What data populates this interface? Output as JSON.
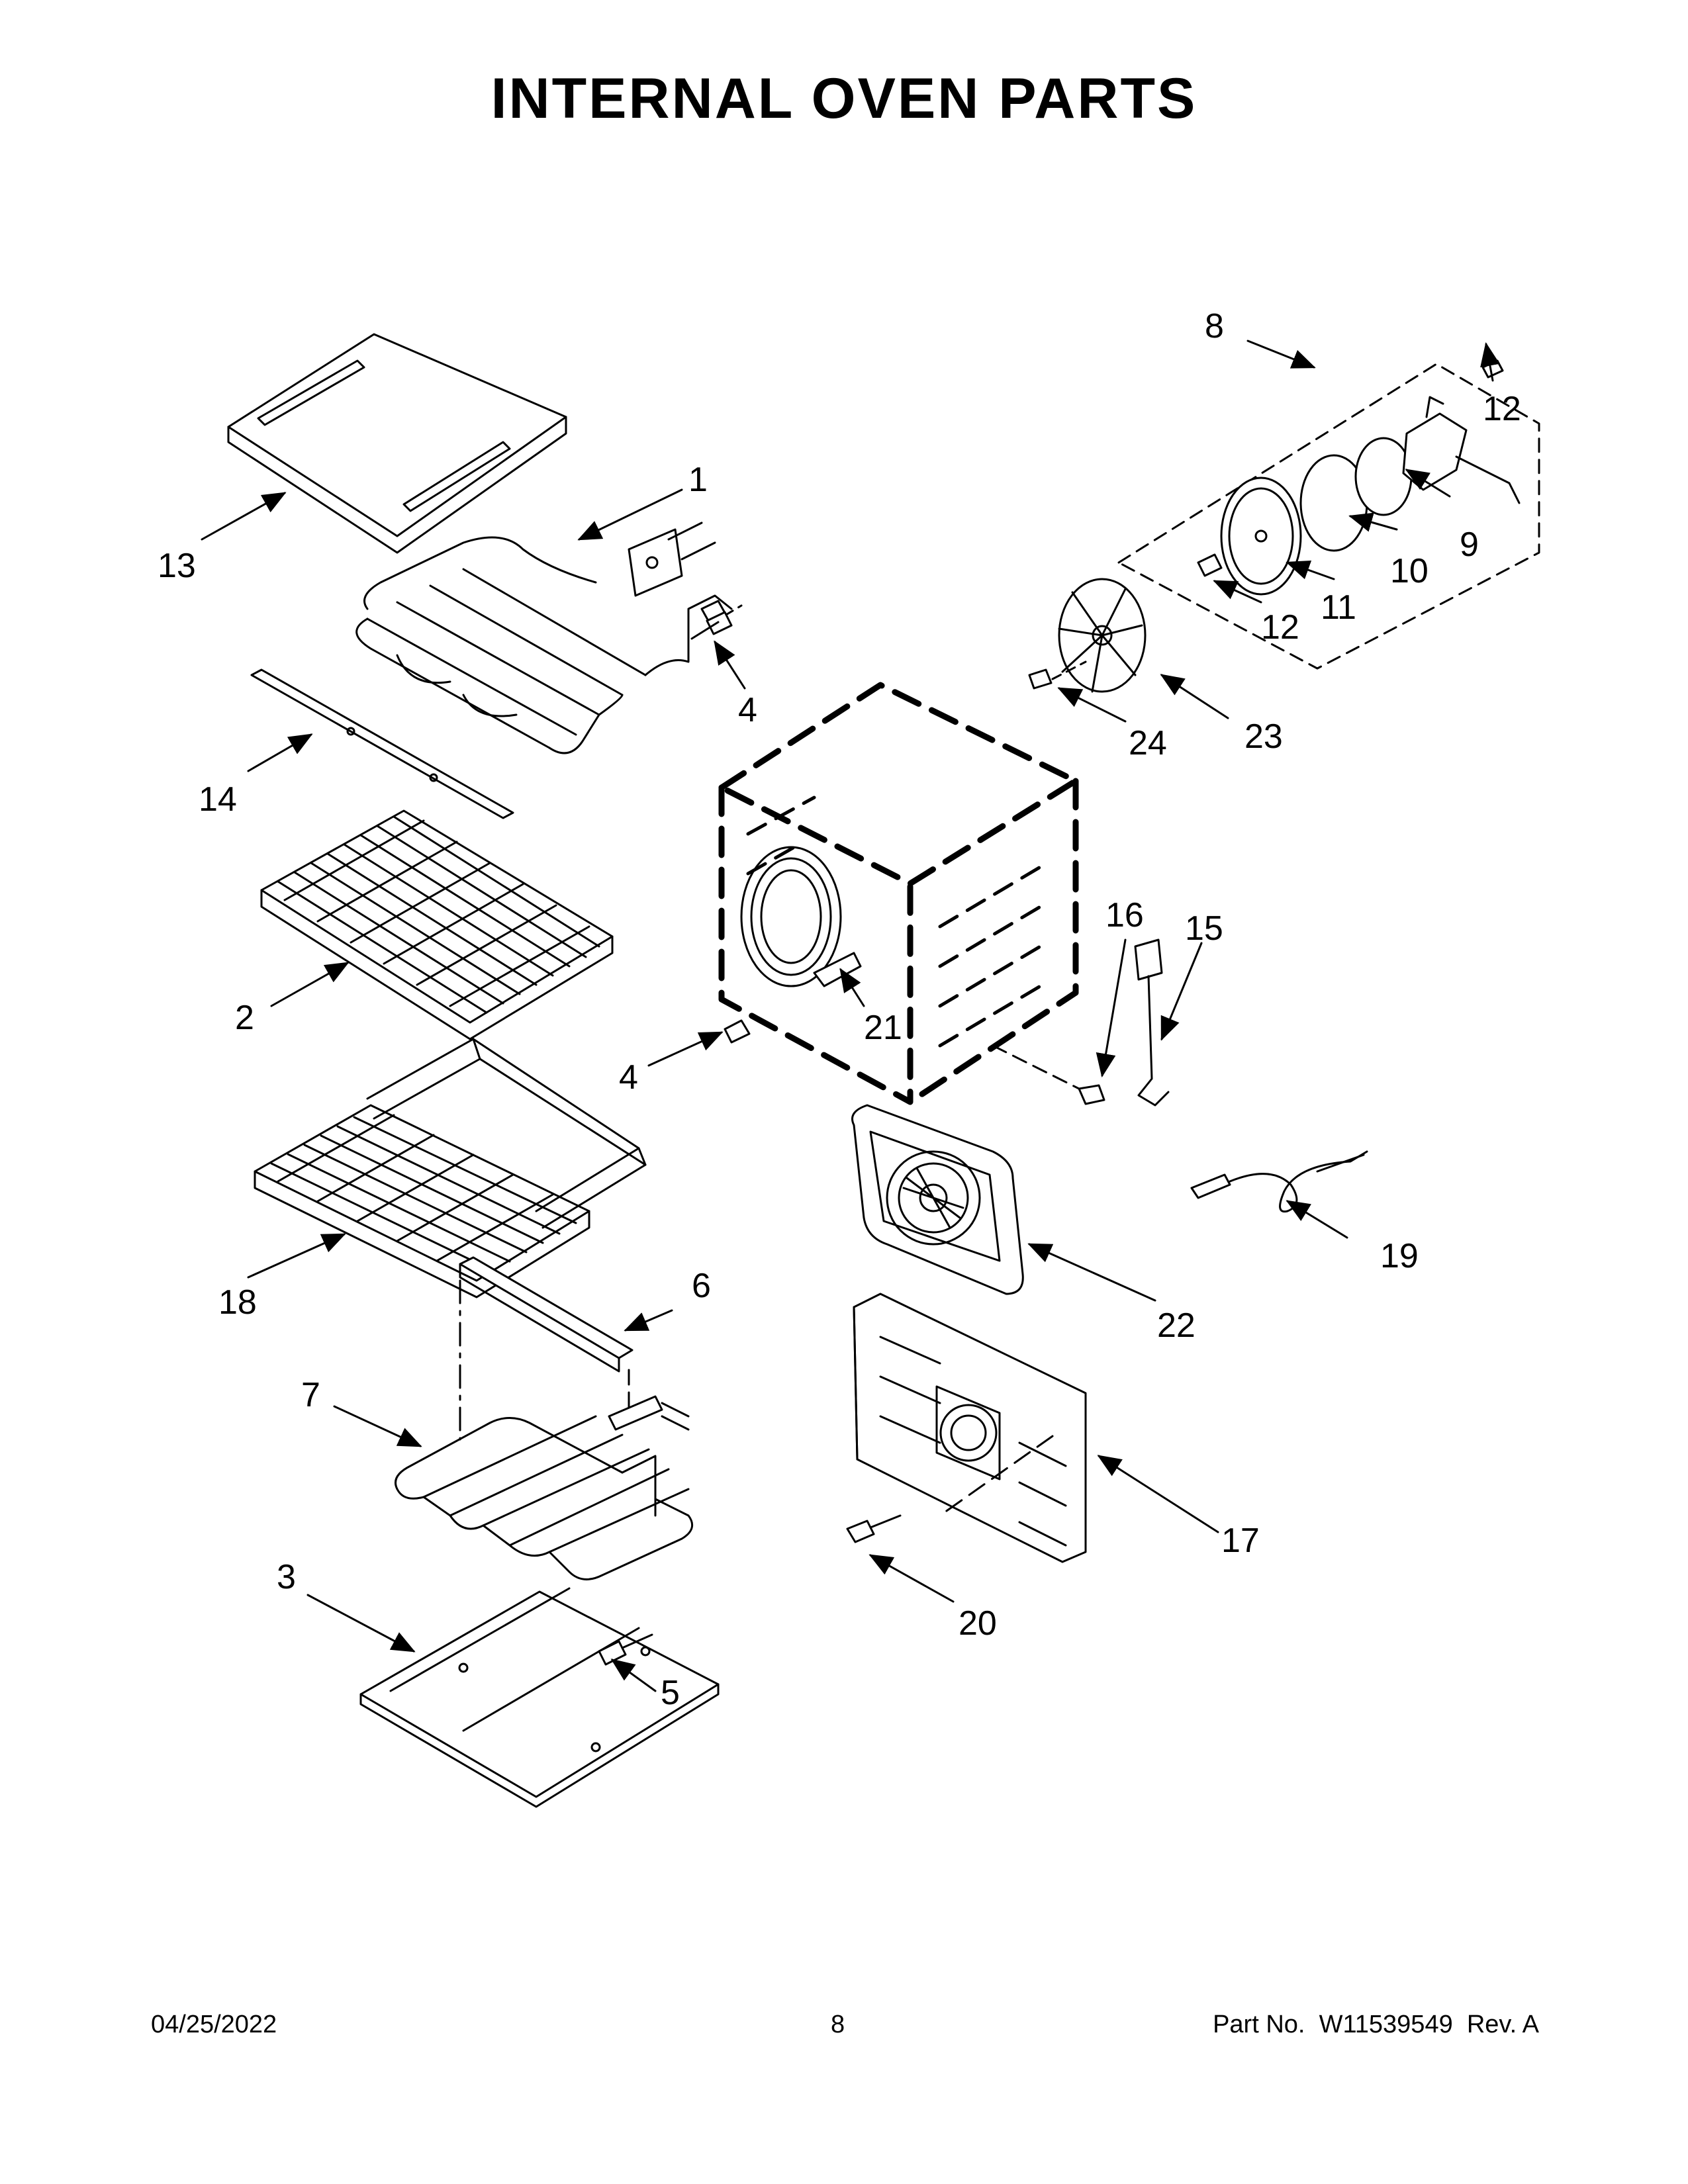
{
  "title": "INTERNAL OVEN PARTS",
  "callouts": [
    "1",
    "2",
    "3",
    "4",
    "4",
    "5",
    "6",
    "7",
    "8",
    "9",
    "10",
    "11",
    "12",
    "12",
    "13",
    "14",
    "15",
    "16",
    "17",
    "18",
    "19",
    "20",
    "21",
    "22",
    "23",
    "24"
  ],
  "footer": {
    "date": "04/25/2022",
    "page": "8",
    "part_label": "Part No.",
    "part_number": "W11539549",
    "rev_label": "Rev.",
    "rev": "A"
  }
}
